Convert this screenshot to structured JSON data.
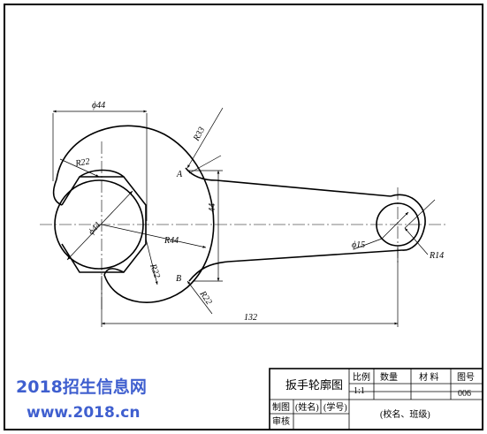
{
  "dimensions": {
    "dia_top": "ϕ44",
    "r_top_left": "R22",
    "r_top_right": "R33",
    "point_a": "A",
    "point_b": "B",
    "dia_left": "ϕ44",
    "r_horizontal": "R44",
    "r_bottom": "R22",
    "vertical_44": "44",
    "r_lower": "R22",
    "dia_small": "ϕ15",
    "r_end": "R14",
    "length_132": "132"
  },
  "title_block": {
    "drawing_name": "扳手轮廓图",
    "scale_label": "比例",
    "scale_value": "1:1",
    "quantity_label": "数量",
    "material_label": "材  料",
    "drawing_no_label": "图号",
    "drawing_no_value": "006",
    "drafter_label": "制图",
    "name_placeholder": "(姓名)",
    "student_id_placeholder": "(学号)",
    "reviewer_label": "审核",
    "school_class_placeholder": "(校名、班级)"
  },
  "watermark": {
    "line1": "2018招生信息网",
    "line2": "www.2018.cn",
    "color": "#3f5fcf"
  }
}
